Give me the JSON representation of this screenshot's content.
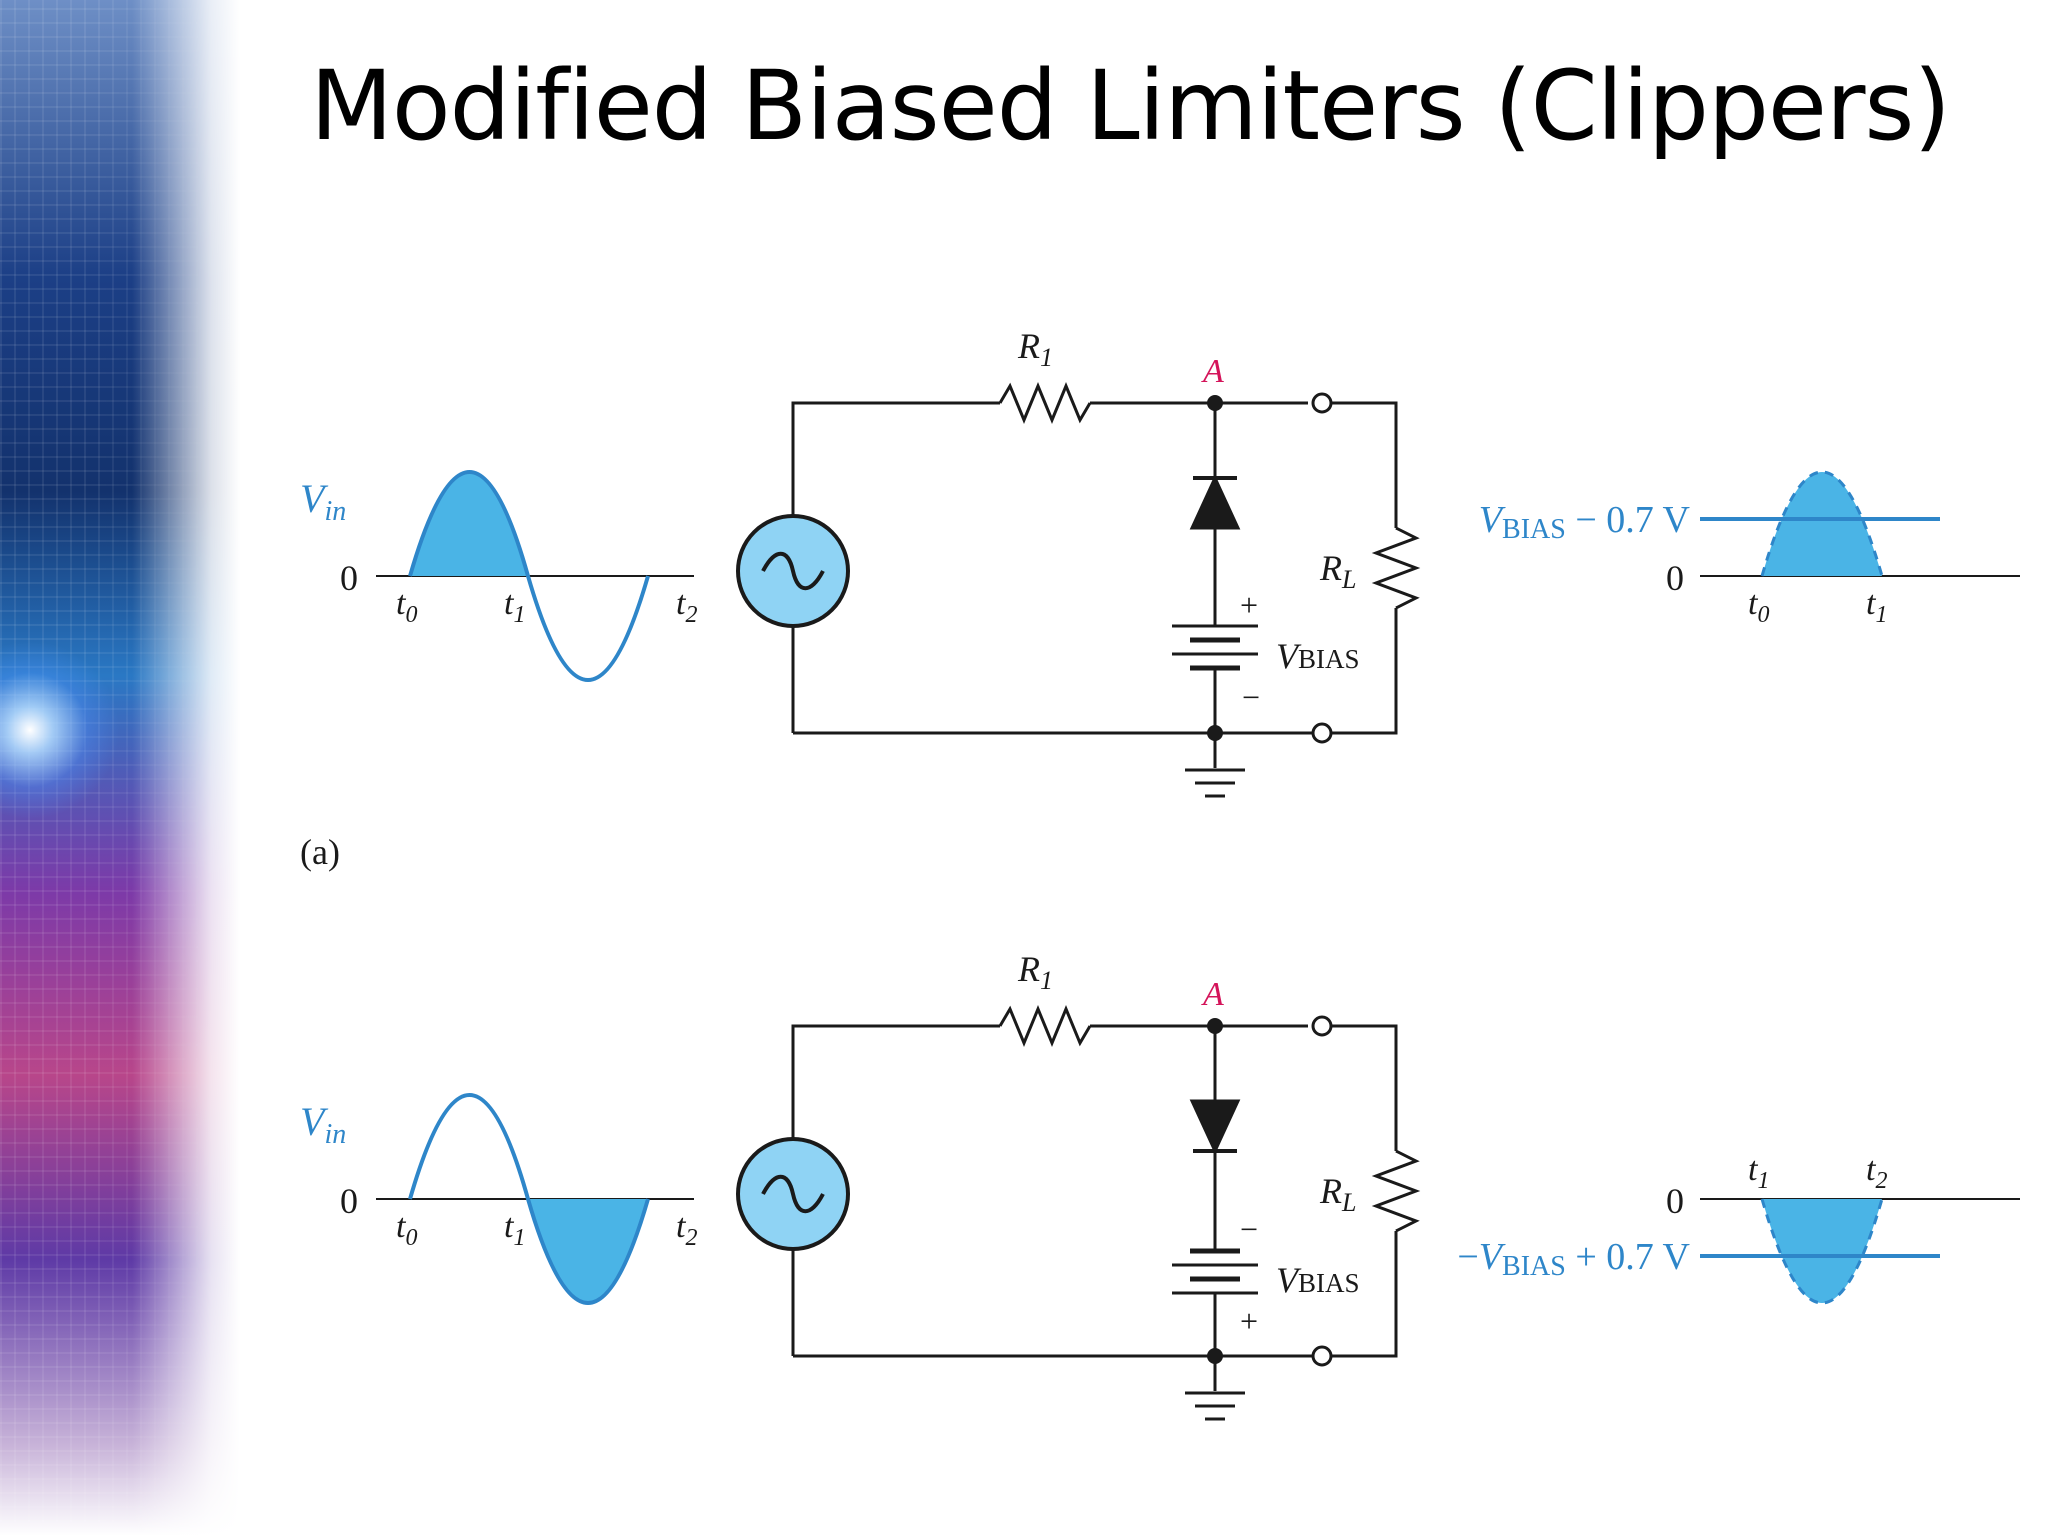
{
  "title": "Modified Biased Limiters (Clippers)",
  "colors": {
    "wire": "#1a1a1a",
    "accent_blue": "#2e86c9",
    "fill_blue": "#4ab4e6",
    "source_fill": "#8fd3f4",
    "node_label": "#d4145a"
  },
  "panel_a": {
    "label": "(a)",
    "input": {
      "v_label": "V",
      "v_sub": "in",
      "zero": "0",
      "t0": "t",
      "t0_sub": "0",
      "t1": "t",
      "t1_sub": "1",
      "t2": "t",
      "t2_sub": "2"
    },
    "circuit": {
      "r1": "R",
      "r1_sub": "1",
      "node": "A",
      "rl": "R",
      "rl_sub": "L",
      "vbias": "V",
      "vbias_sub": "BIAS",
      "top_sign": "+",
      "bottom_sign": "−"
    },
    "output": {
      "level_pre": "",
      "level_v": "V",
      "level_sub": "BIAS",
      "level_post": " − 0.7 V",
      "zero": "0",
      "tA": "t",
      "tA_sub": "0",
      "tB": "t",
      "tB_sub": "1"
    }
  },
  "panel_b": {
    "input": {
      "v_label": "V",
      "v_sub": "in",
      "zero": "0",
      "t0": "t",
      "t0_sub": "0",
      "t1": "t",
      "t1_sub": "1",
      "t2": "t",
      "t2_sub": "2"
    },
    "circuit": {
      "r1": "R",
      "r1_sub": "1",
      "node": "A",
      "rl": "R",
      "rl_sub": "L",
      "vbias": "V",
      "vbias_sub": "BIAS",
      "top_sign": "−",
      "bottom_sign": "+"
    },
    "output": {
      "level_pre": "−",
      "level_v": "V",
      "level_sub": "BIAS",
      "level_post": " + 0.7 V",
      "zero": "0",
      "tA": "t",
      "tA_sub": "1",
      "tB": "t",
      "tB_sub": "2"
    }
  }
}
